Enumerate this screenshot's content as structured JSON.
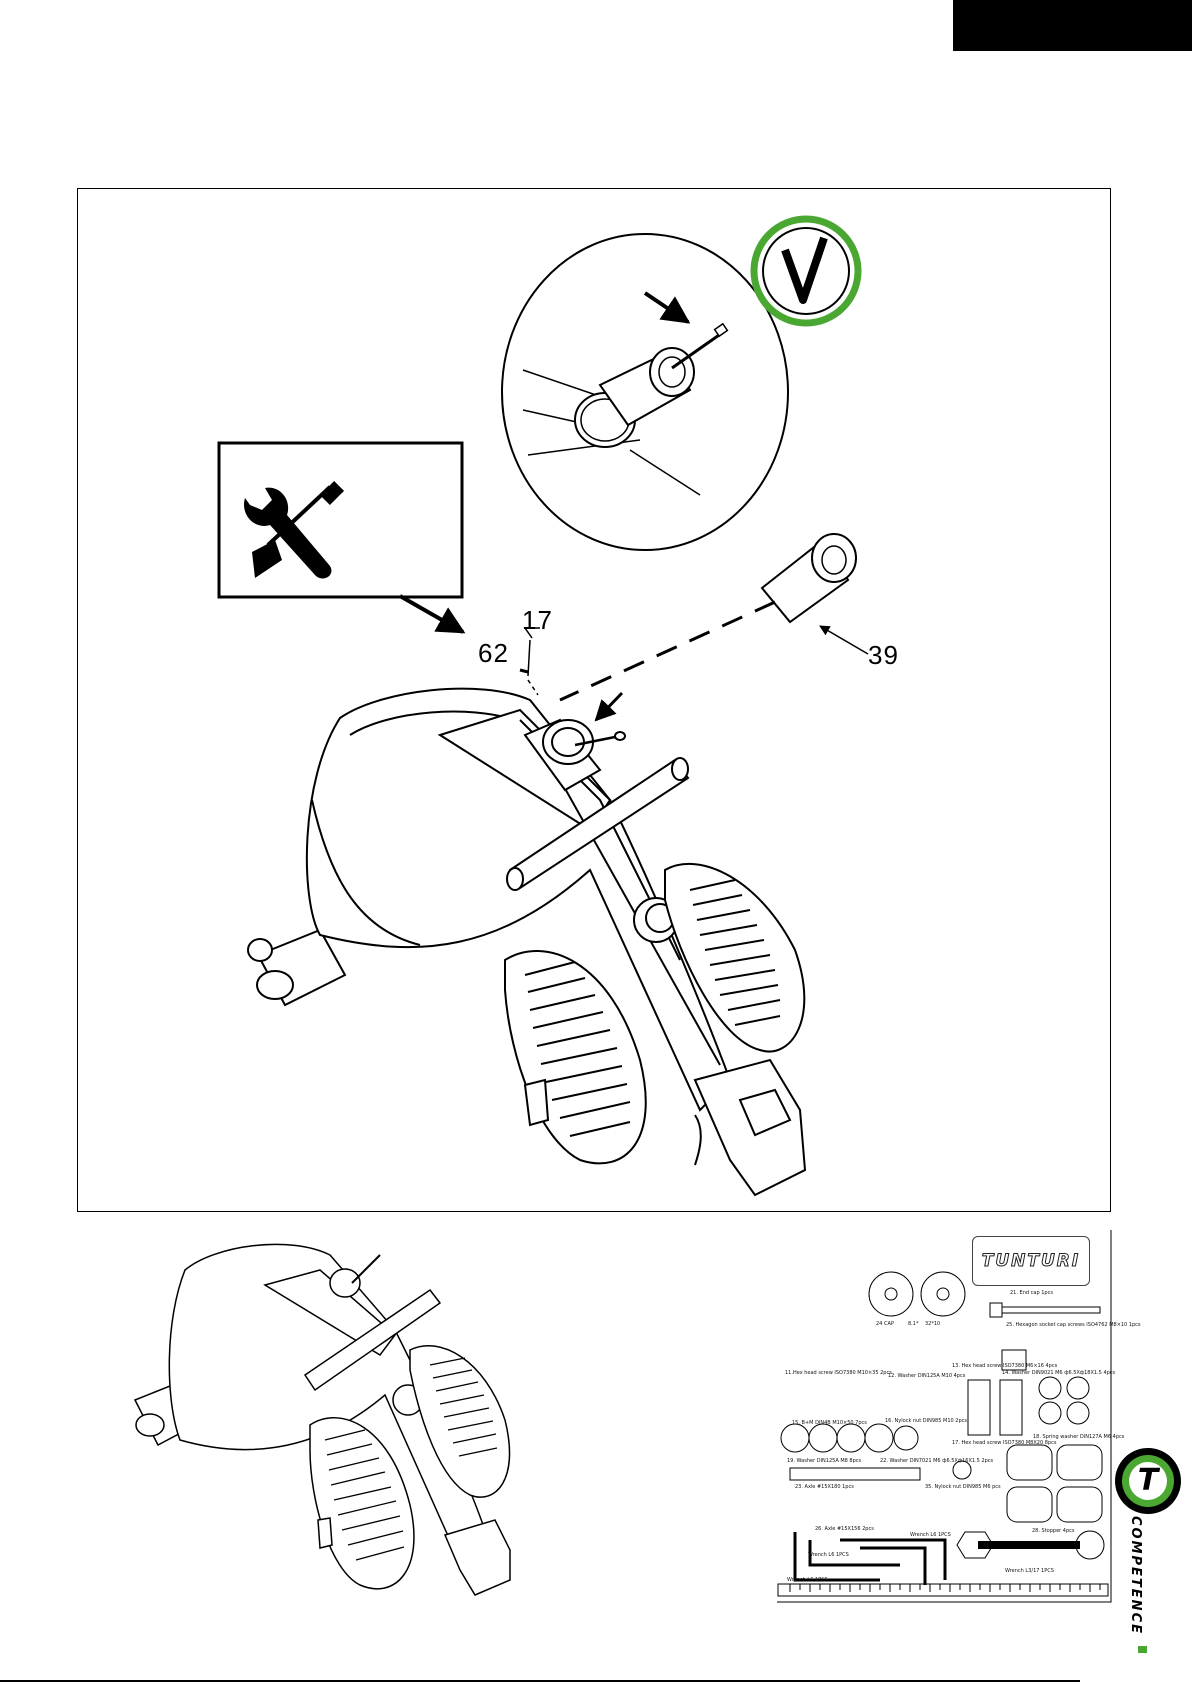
{
  "callouts": {
    "part_17": "17",
    "part_62": "62",
    "part_39": "39"
  },
  "parts_sheet": {
    "brand": "TUNTURI",
    "items": [
      "21. End cap 1pcs",
      "25. Hexagon socket cap screws ISO4762 M8×10 1pcs",
      "24 CAP",
      "8.1*",
      "32*10",
      "13. Hex head screw ISO7380 M6×16 4pcs",
      "11.Hex head screw ISO7380 M10×35 2pcs",
      "12. Washer DIN125A M10 4pcs",
      "14. Washer DIN9021 M6 ф6.5Xф18X1.5 4pcs",
      "15. B+M DIN4B M10×50 7pcs",
      "16. Nylock nut DIN985 M10 2pcs",
      "17. Hex head screw ISO7380 M8X20 8pcs",
      "18. Spring washer DIN127A M6 4pcs",
      "19. Washer DIN125A M8 8pcs",
      "22. Washer DIN7021 M6 ф6.5Xф16X1.5 2pcs",
      "23. Axle #15X180 1pcs",
      "35. Nylock nut DIN985 M6 pcs",
      "28. Stopper 4pcs",
      "26. Axle #15X156 2pcs",
      "Wrench L6 1PCS",
      "Wrench L6 1PCS",
      "Wrench L6 1PCS",
      "Wrench L3/17 1PCS"
    ]
  },
  "logo": {
    "letter": "T",
    "tagline": "COMPETENCE"
  },
  "colors": {
    "check_green": "#4aa832",
    "ink": "#000000"
  },
  "icons": [
    "checkmark-icon",
    "wrench-screwdriver-icon"
  ]
}
